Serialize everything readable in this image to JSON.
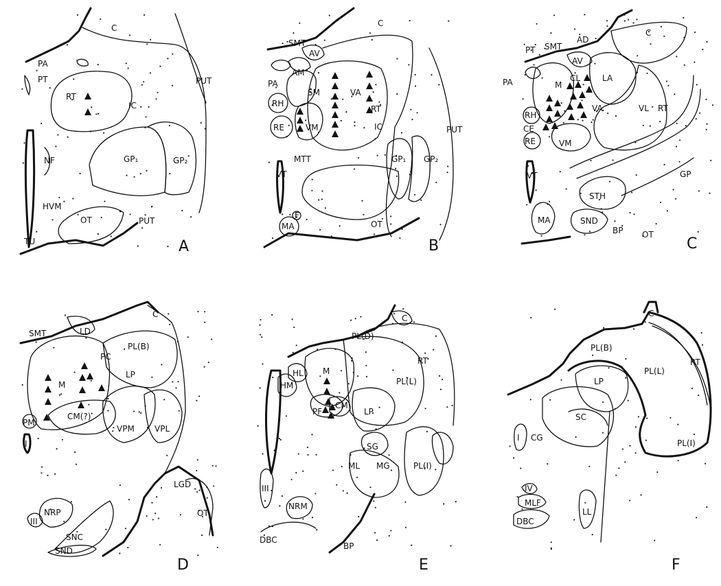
{
  "panels": [
    {
      "letter": "A",
      "labels": [
        "C",
        "PA",
        "PT",
        "RT",
        "IC",
        "PUT",
        "NF",
        "GP₁",
        "GP₂",
        "HVM",
        "OT",
        "PUT",
        "TU"
      ]
    },
    {
      "letter": "B",
      "labels": [
        "C",
        "SMT",
        "AV",
        "AM",
        "PA",
        "SM",
        "VA",
        "RH",
        "RT",
        "RE",
        "VM",
        "IC",
        "PUT",
        "MTT",
        "VT",
        "GP₁",
        "GP₂",
        "F",
        "MA",
        "OT"
      ]
    },
    {
      "letter": "C",
      "labels": [
        "AD",
        "C",
        "PT",
        "SMT",
        "AV",
        "PA",
        "LA",
        "M",
        "CL",
        "RT",
        "RH",
        "VA",
        "VL",
        "CE",
        "RE",
        "VM",
        "VT",
        "GP",
        "STH",
        "MA",
        "SND",
        "BP",
        "OT"
      ]
    },
    {
      "letter": "D",
      "labels": [
        "C",
        "SMT",
        "LD",
        "PL(B)",
        "PC",
        "LP",
        "M",
        "CM(?)",
        "PM",
        "VPM",
        "VPL",
        "I",
        "NRP",
        "LGD",
        "OT",
        "III",
        "SNC",
        "SND"
      ]
    },
    {
      "letter": "E",
      "labels": [
        "C",
        "PL(D)",
        "RT",
        "HL",
        "M",
        "PL(L)",
        "HM",
        "PF",
        "CM",
        "LP",
        "SG",
        "ML",
        "MG",
        "PL(I)",
        "III",
        "NRM",
        "DBC",
        "BP"
      ]
    },
    {
      "letter": "F",
      "labels": [
        "C",
        "PL(B)",
        "RT",
        "LP",
        "PL(L)",
        "SC",
        "I",
        "CG",
        "PL(I)",
        "IV",
        "MLF",
        "LL",
        "DBC"
      ]
    }
  ]
}
